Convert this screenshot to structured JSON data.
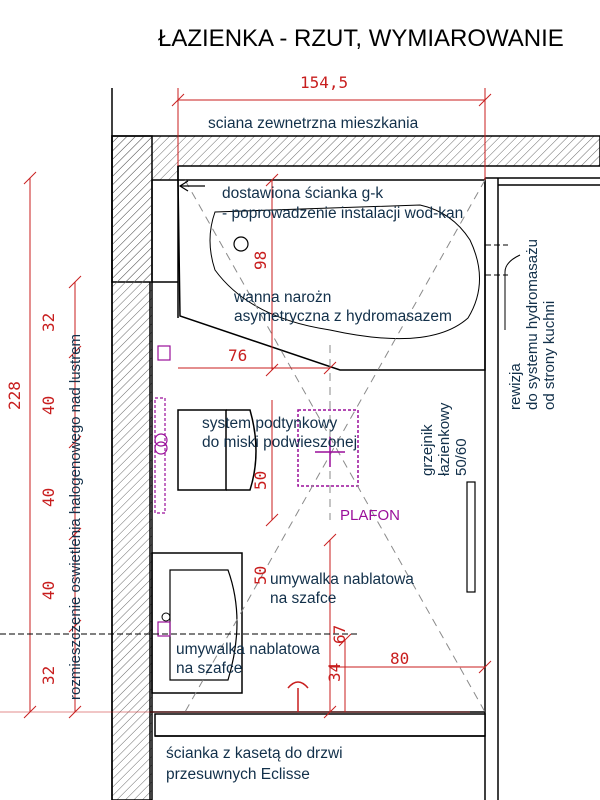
{
  "title": "ŁAZIENKA - RZUT, WYMIAROWANIE",
  "dimensions": {
    "width_total": "154,5",
    "height_total": "228",
    "left_32_top": "32",
    "left_40_a": "40",
    "left_40_b": "40",
    "left_40_c": "40",
    "left_32_bottom": "32",
    "bath_98": "98",
    "wc_76": "76",
    "wc_50_a": "50",
    "wc_50_b": "50",
    "sink_67": "67",
    "sink_34": "34",
    "sink_80": "80"
  },
  "labels": {
    "external_wall": "sciana zewnetrzna mieszkania",
    "gk_wall_line1": "dostawiona ścianka g-k",
    "gk_wall_line2": "- poprowadzenie instalacji wod-kan",
    "bath_line1": "wanna narożn",
    "bath_line2": "asymetryczna z hydromasazem",
    "wc_line1": "system podtynkowy",
    "wc_line2": "do miski podwieszonej",
    "plafon": "PLAFON",
    "radiator_line1": "grzejnik",
    "radiator_line2": "łazienkowy",
    "radiator_line3": "50/60",
    "revision_line1": "rewizja",
    "revision_line2": "do systemu hydromasażu",
    "revision_line3": "od strony kuchni",
    "sink1_line1": "umywalka nablatowa",
    "sink1_line2": "na szafce",
    "sink2_line1": "umywalka nablatowa",
    "sink2_line2": "na szafce",
    "left_note": "rozmieszczenie oswietlenia halogenowego nad lustrem",
    "door_wall_line1": "ścianka z kasetą do drzwi",
    "door_wall_line2": "przesuwnych Eclisse"
  },
  "colors": {
    "dimension": "#c81e1e",
    "label": "#12304a",
    "fixture": "#9a0f9a",
    "wall_hatch": "#6b6b6b"
  }
}
